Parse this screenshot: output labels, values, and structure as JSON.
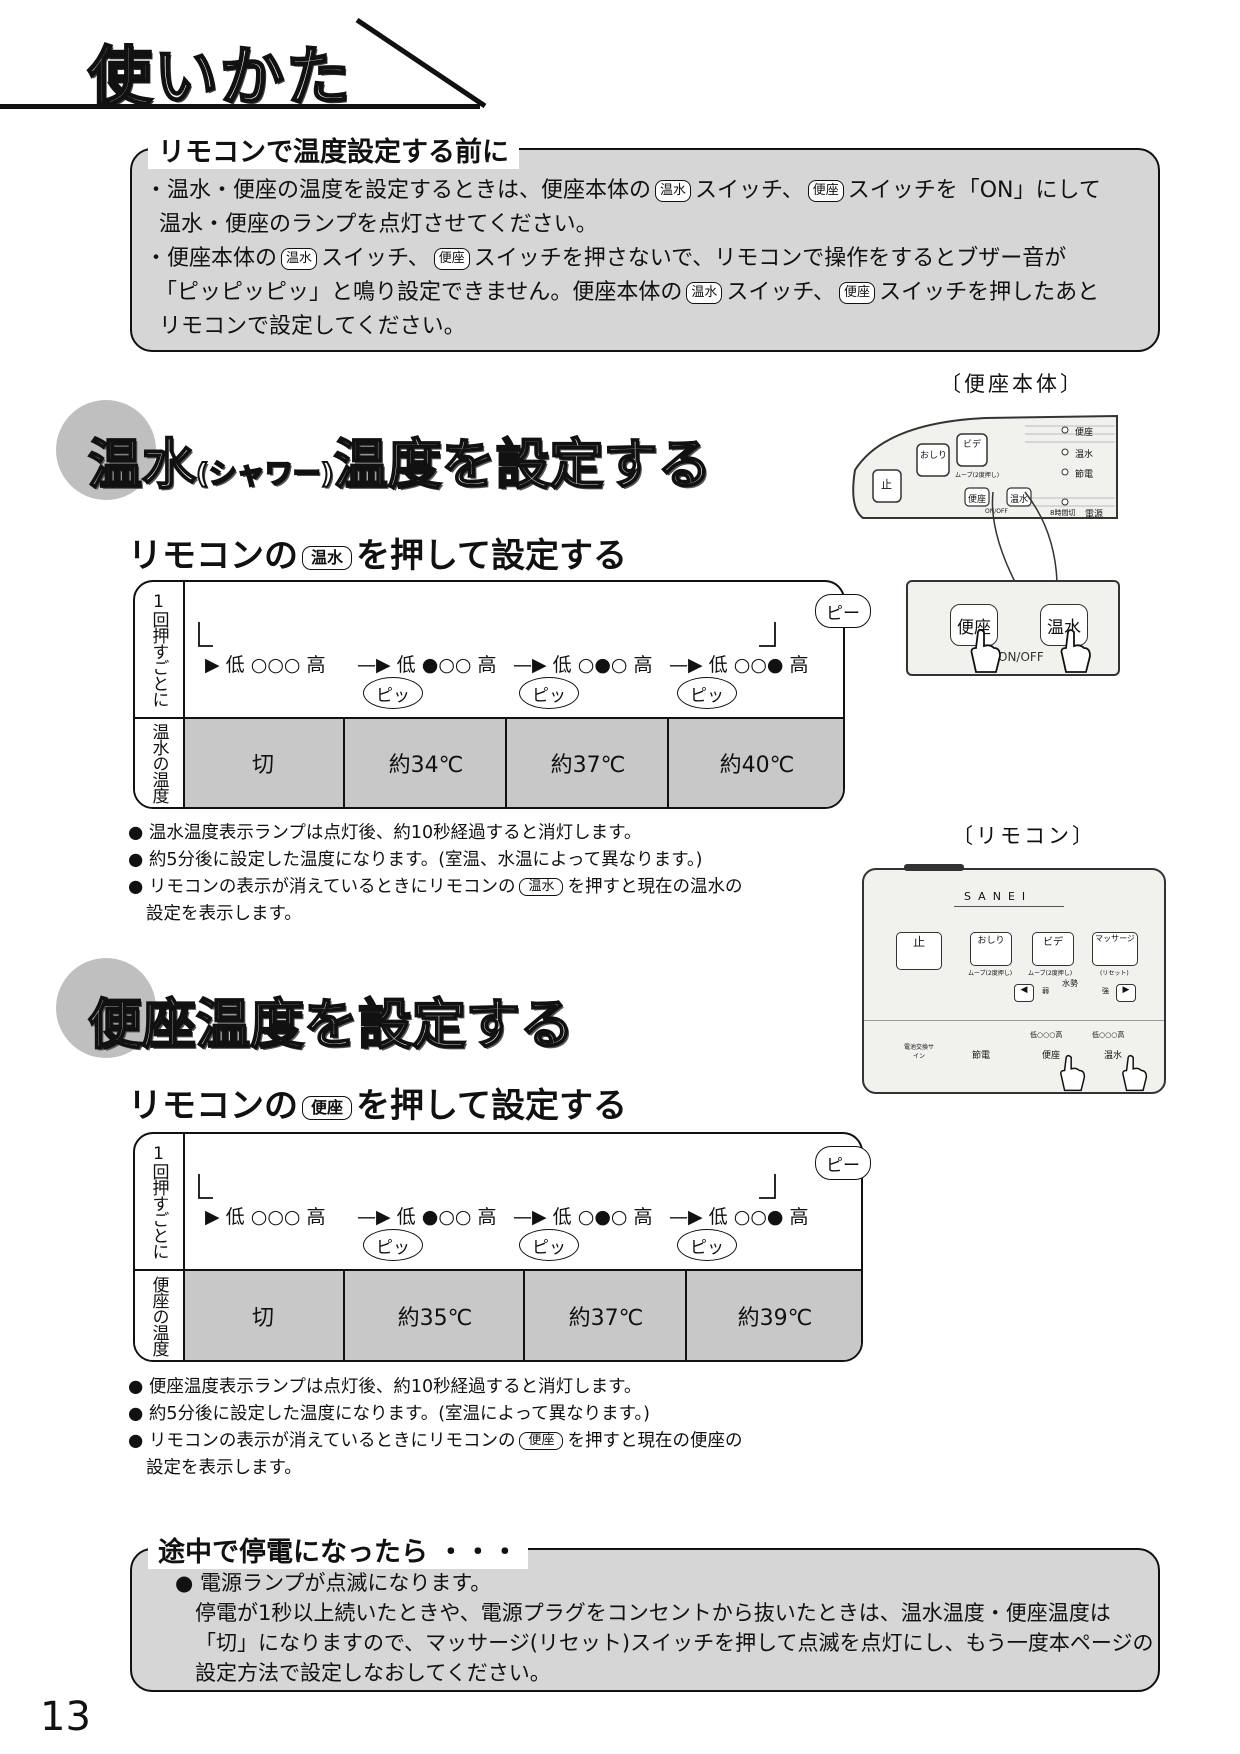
{
  "page": {
    "title": "使いかた",
    "page_number": "13"
  },
  "before_setting": {
    "label": "リモコンで温度設定する前に",
    "line1a": "・温水・便座の温度を設定するときは、便座本体の",
    "line1b": "スイッチ、",
    "line1c": "スイッチを「ON」にして",
    "line2": "温水・便座のランプを点灯させてください。",
    "line3a": "・便座本体の",
    "line3b": "スイッチ、",
    "line3c": "スイッチを押さないで、リモコンで操作をするとブザー音が",
    "line4a": "「ピッピッピッ」と鳴り設定できません。便座本体の",
    "line4b": "スイッチ、",
    "line4c": "スイッチを押したあと",
    "line5": "リモコンで設定してください。"
  },
  "keys": {
    "onsui": "温水",
    "benza": "便座"
  },
  "captions": {
    "toilet_body": "〔便座本体〕",
    "remote": "〔リモコン〕"
  },
  "shower": {
    "title_a": "温水",
    "title_b": "(シャワー)",
    "title_c": "温度を設定する",
    "sub_a": "リモコンの",
    "sub_b": "を押して設定する",
    "col_press": "1回押すごとに",
    "col_temp": "温水の温度",
    "temps": [
      "切",
      "約34℃",
      "約37℃",
      "約40℃"
    ],
    "bullets": [
      "温水温度表示ランプは点灯後、約10秒経過すると消灯します。",
      "約5分後に設定した温度になります。(室温、水温によって異なります。)"
    ],
    "bullet3a": "リモコンの表示が消えているときにリモコンの",
    "bullet3b": "を押すと現在の温水の",
    "bullet3c": "設定を表示します。"
  },
  "seat": {
    "title": "便座温度を設定する",
    "sub_a": "リモコンの",
    "sub_b": "を押して設定する",
    "col_press": "1回押すごとに",
    "col_temp": "便座の温度",
    "temps": [
      "切",
      "約35℃",
      "約37℃",
      "約39℃"
    ],
    "bullets": [
      "便座温度表示ランプは点灯後、約10秒経過すると消灯します。",
      "約5分後に設定した温度になります。(室温によって異なります。)"
    ],
    "bullet3a": "リモコンの表示が消えているときにリモコンの",
    "bullet3b": "を押すと現在の便座の",
    "bullet3c": "設定を表示します。"
  },
  "flow": {
    "low": "低",
    "high": "高",
    "dots": [
      "○○○",
      "●○○",
      "○●○",
      "○○●"
    ],
    "beep": "ピッ",
    "beep_long": "ピー"
  },
  "power_outage": {
    "label": "途中で停電になったら ・・・",
    "line1": "● 電源ランプが点滅になります。",
    "line2": "停電が1秒以上続いたときや、電源プラグをコンセントから抜いたときは、温水温度・便座温度は",
    "line3": "「切」になりますので、マッサージ(リセット)スイッチを押して点滅を点灯にし、もう一度本ページの",
    "line4": "設定方法で設定しなおしてください。"
  },
  "toilet_panel": {
    "stop": "止",
    "oshiri": "おしり",
    "bide": "ビデ",
    "move_note": "ムーブ(2度押し)",
    "benza": "便座",
    "onsui": "温水",
    "onoff": "ON/OFF",
    "lamps": [
      "便座",
      "温水",
      "節電"
    ],
    "power_note": "8時間切",
    "power": "電源"
  },
  "remote": {
    "brand": "SANEI",
    "stop": "止",
    "oshiri": "おしり",
    "bide": "ビデ",
    "massage": "マッサージ",
    "move_note": "ムーブ(2度押し)",
    "reset": "(リセット)",
    "water_force": "水勢",
    "weak": "弱",
    "strong": "強",
    "battery": "電池交換サイン",
    "setsuden": "節電",
    "benza": "便座",
    "onsui": "温水",
    "low": "低",
    "high": "高",
    "dots": "○○○"
  }
}
